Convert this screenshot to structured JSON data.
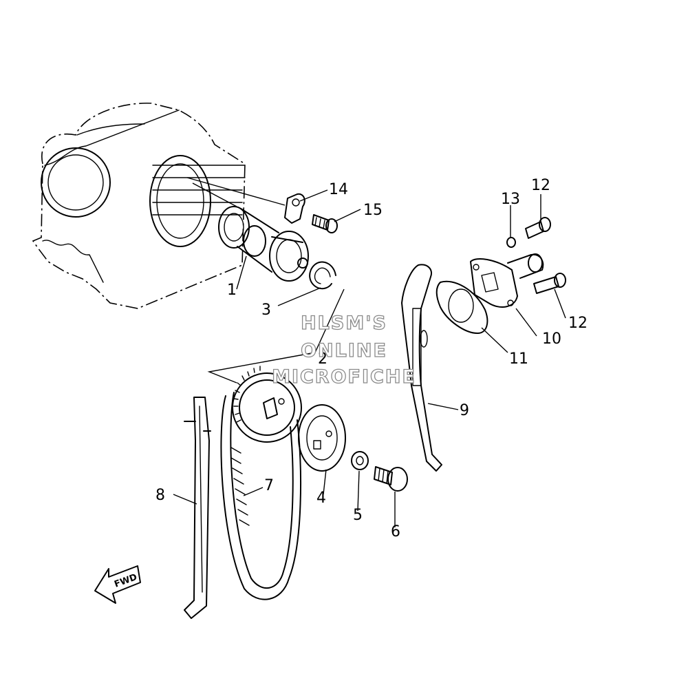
{
  "diagram": {
    "callouts": [
      "1",
      "2",
      "3",
      "4",
      "5",
      "6",
      "7",
      "8",
      "9",
      "10",
      "11",
      "12",
      "12",
      "13",
      "14",
      "15"
    ],
    "watermark": [
      "HLSM'S",
      "ONLINE",
      "MICROFICHE"
    ],
    "fwd_label": "FWD"
  }
}
